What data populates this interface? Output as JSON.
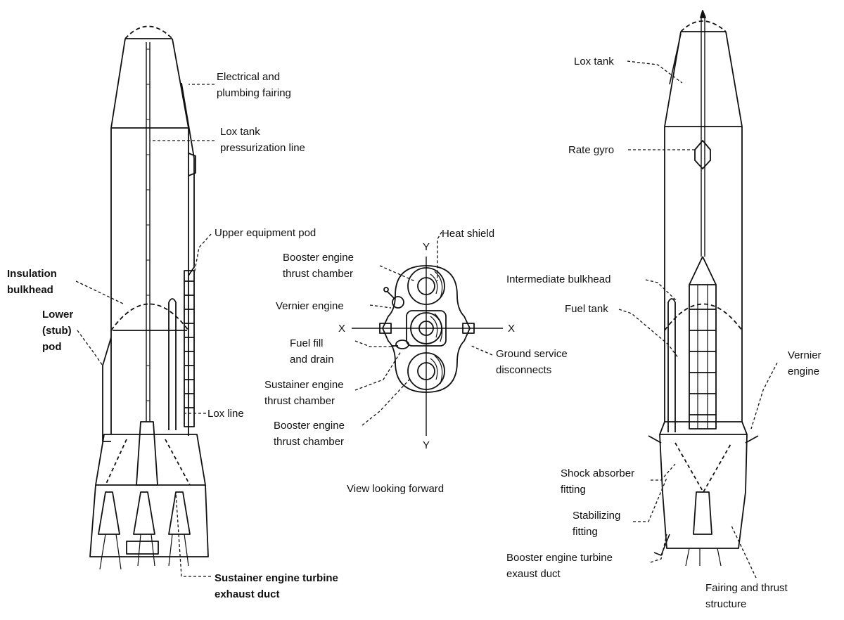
{
  "labels": {
    "electrical_fairing": "Electrical and\nplumbing fairing",
    "lox_press_line": "Lox tank\npressurization line",
    "upper_pod": "Upper equipment pod",
    "insulation_bulkhead": "Insulation\nbulkhead",
    "lower_pod": "Lower\n(stub)\npod",
    "lox_line": "Lox line",
    "sustainer_turbine": "Sustainer engine turbine\nexhaust duct",
    "heat_shield": "Heat shield",
    "booster_chamber_top": "Booster engine\nthrust chamber",
    "vernier_center": "Vernier engine",
    "fuel_fill": "Fuel fill\nand drain",
    "ground_service": "Ground service\ndisconnects",
    "sustainer_chamber": "Sustainer engine\nthrust chamber",
    "booster_chamber_bottom": "Booster engine\nthrust chamber",
    "view_caption": "View looking forward",
    "lox_tank": "Lox tank",
    "rate_gyro": "Rate gyro",
    "intermediate_bulkhead": "Intermediate bulkhead",
    "fuel_tank": "Fuel tank",
    "vernier_right": "Vernier\nengine",
    "shock_absorber": "Shock absorber\nfitting",
    "stabilizing": "Stabilizing\nfitting",
    "booster_turbine": "Booster engine turbine\nexaust duct",
    "fairing_thrust": "Fairing and thrust\nstructure"
  },
  "axes": {
    "y_top": "Y",
    "y_bottom": "Y",
    "x_left": "X",
    "x_right": "X"
  }
}
